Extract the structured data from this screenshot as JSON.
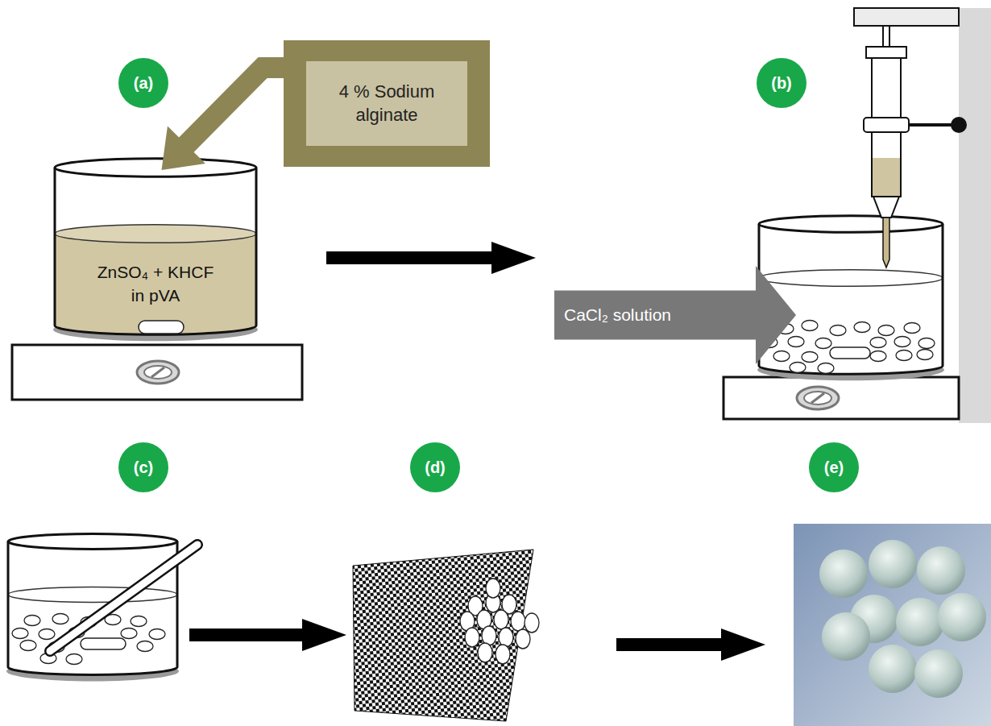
{
  "diagram": {
    "nodes": [
      {
        "text": [
          "(a)"
        ]
      },
      {
        "text": [
          "4 % Sodium alginate"
        ]
      },
      {
        "text": [
          "(b)"
        ]
      },
      {
        "text": [
          "ZnSO₄ + KHCF in pVA"
        ]
      },
      {
        "text": [
          "CaCl₂ solution"
        ]
      },
      {
        "text": [
          "(c)"
        ]
      },
      {
        "text": [
          "(d)"
        ]
      },
      {
        "text": [
          "(e)"
        ]
      }
    ],
    "edges": [
      {
        "from": 1,
        "to": 3,
        "arrow": "to"
      }
    ]
  }
}
